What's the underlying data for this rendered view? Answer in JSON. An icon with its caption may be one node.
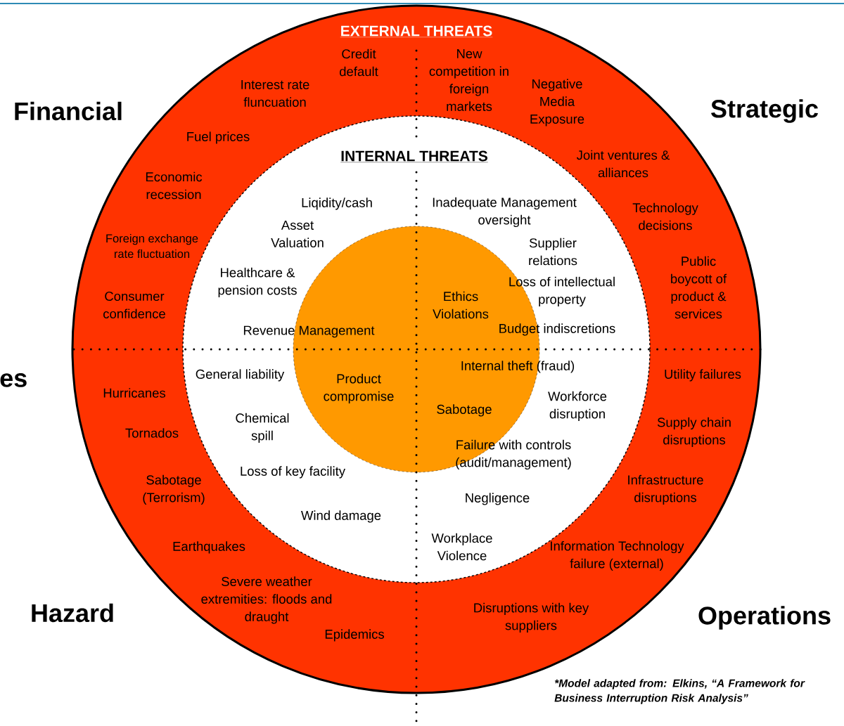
{
  "diagram": {
    "nodes": [
      {
        "text": [
          "EXTERNAL THREATS"
        ]
      },
      {
        "text": [
          "INTERNAL THREATS"
        ],
        "in": 0
      },
      {
        "text": [],
        "shape": "circle",
        "in": 1
      }
    ],
    "labels": [
      "Financial",
      "Strategic",
      "Credit default",
      "New competition in foreign markets",
      "Interest rate fluncuation",
      "Negative Media Exposure",
      "Fuel prices",
      "Joint ventures & alliances",
      "Economic recession",
      "Technology decisions",
      "Foreign exchange rate fluctuation",
      "Public boycott of product & services",
      "Consumer confidence",
      "Liqidity/cash",
      "Inadequate Management oversight",
      "Asset Valuation",
      "Supplier relations",
      "Healthcare & pension costs",
      "Loss of intellectual property",
      "Ethics Violations",
      "Revenue Management",
      "Budget indiscretions",
      "General liability",
      "Internal theft (fraud)",
      "Product compromise",
      "Workforce disruption",
      "Sabotage",
      "Chemical spill",
      "Failure with controls (audit/management)",
      "Loss of key facility",
      "Negligence",
      "Wind damage",
      "Workplace Violence",
      "es",
      "Utility failures",
      "Hurricanes",
      "Supply chain disruptions",
      "Tornados",
      "Sabotage (Terrorism)",
      "Infrastructure disruptions",
      "Earthquakes",
      "Information Technology failure (external)",
      "Severe weather extremities: floods and draught",
      "Disruptions with key suppliers",
      "Epidemics",
      "Hazard",
      "Operations"
    ],
    "caption": "*Model adapted from: Elkins, “A Framework for Business Interruption Risk Analysis”"
  }
}
